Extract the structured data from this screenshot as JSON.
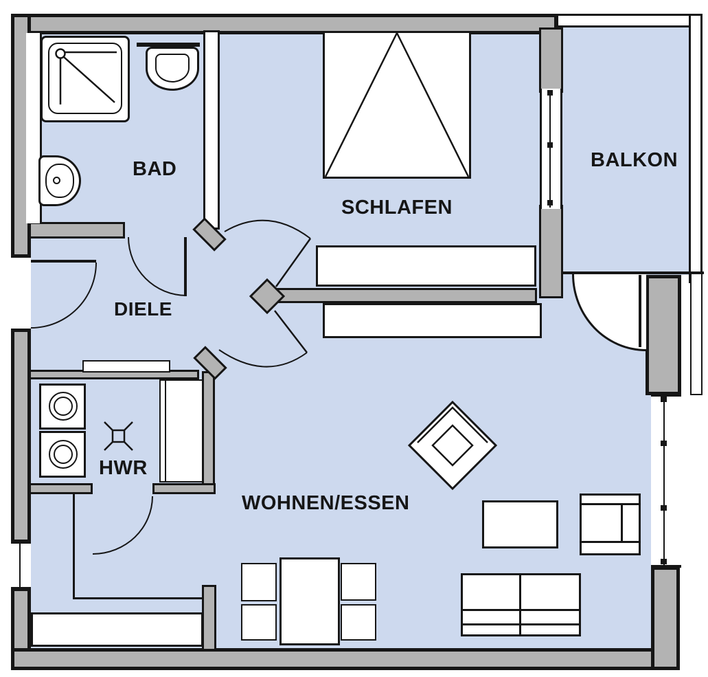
{
  "plan": {
    "rooms": [
      {
        "id": "bad",
        "label": "BAD"
      },
      {
        "id": "schlafen",
        "label": "SCHLAFEN"
      },
      {
        "id": "balkon",
        "label": "BALKON"
      },
      {
        "id": "diele",
        "label": "DIELE"
      },
      {
        "id": "hwr",
        "label": "HWR"
      },
      {
        "id": "wohnen-essen",
        "label": "WOHNEN/ESSEN"
      }
    ],
    "colors": {
      "floor": "#cdd9ee",
      "wall_fill": "#b3b3b3",
      "wall_line": "#161616",
      "fixture_fill": "#ffffff",
      "outside": "#ffffff"
    },
    "fixtures": [
      "shower",
      "toilet",
      "washbasin",
      "washing-machine",
      "dryer",
      "floor-drain",
      "utility-cupboard",
      "hall-sideboard",
      "bed",
      "wardrobe-sideboard",
      "lowboard",
      "dining-table",
      "dining-chair",
      "lounge-chair-diagonal",
      "coffee-table",
      "armchair",
      "sofa",
      "bottom-cabinet",
      "entrance-door",
      "bath-door",
      "bedroom-door",
      "living-room-door",
      "utility-door",
      "balcony-door",
      "window",
      "balcony-railing"
    ]
  }
}
